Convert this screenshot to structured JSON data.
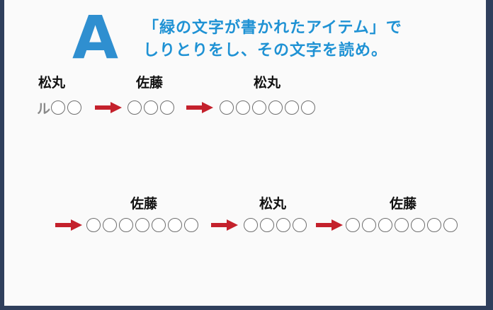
{
  "big_letter": "A",
  "instruction": {
    "line1": "「緑の文字が書かれたアイテム」で",
    "line2": "しりとりをし、その文字を読め。"
  },
  "row1": {
    "names": [
      "松丸",
      "佐藤",
      "松丸"
    ],
    "start_char": "ル",
    "chains": [
      {
        "circles": 2
      },
      {
        "circles": 3
      },
      {
        "circles": 6
      }
    ]
  },
  "row2": {
    "names": [
      "佐藤",
      "松丸",
      "佐藤"
    ],
    "chains": [
      {
        "circles": 7
      },
      {
        "circles": 4
      },
      {
        "circles": 7
      }
    ]
  },
  "colors": {
    "accent_blue": "#2f8fd0",
    "arrow_red": "#c4212c",
    "frame_navy": "#2f3f5c"
  }
}
